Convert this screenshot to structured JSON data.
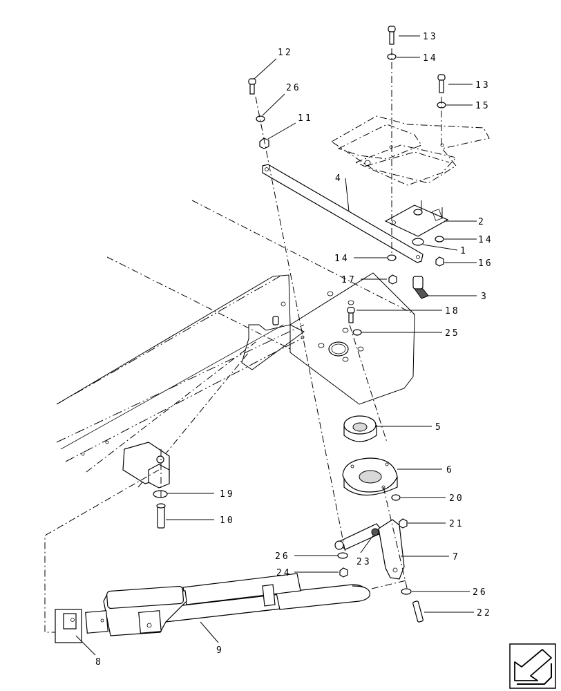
{
  "callouts": [
    {
      "id": "c13a",
      "text": "13"
    },
    {
      "id": "c14a",
      "text": "14"
    },
    {
      "id": "c13b",
      "text": "13"
    },
    {
      "id": "c15",
      "text": "15"
    },
    {
      "id": "c12",
      "text": "12"
    },
    {
      "id": "c26a",
      "text": "26"
    },
    {
      "id": "c11",
      "text": "11"
    },
    {
      "id": "c4",
      "text": "4"
    },
    {
      "id": "c2",
      "text": "2"
    },
    {
      "id": "c14b",
      "text": "14"
    },
    {
      "id": "c1",
      "text": "1"
    },
    {
      "id": "c16",
      "text": "16"
    },
    {
      "id": "c14c",
      "text": "14"
    },
    {
      "id": "c17",
      "text": "17"
    },
    {
      "id": "c3",
      "text": "3"
    },
    {
      "id": "c18",
      "text": "18"
    },
    {
      "id": "c25",
      "text": "25"
    },
    {
      "id": "c5",
      "text": "5"
    },
    {
      "id": "c6",
      "text": "6"
    },
    {
      "id": "c20",
      "text": "20"
    },
    {
      "id": "c19",
      "text": "19"
    },
    {
      "id": "c21",
      "text": "21"
    },
    {
      "id": "c10",
      "text": "10"
    },
    {
      "id": "c26b",
      "text": "26"
    },
    {
      "id": "c23",
      "text": "23"
    },
    {
      "id": "c7",
      "text": "7"
    },
    {
      "id": "c24",
      "text": "24"
    },
    {
      "id": "c26c",
      "text": "26"
    },
    {
      "id": "c22",
      "text": "22"
    },
    {
      "id": "c9",
      "text": "9"
    },
    {
      "id": "c8",
      "text": "8"
    }
  ],
  "nav_icon": "next-page-arrow-icon"
}
